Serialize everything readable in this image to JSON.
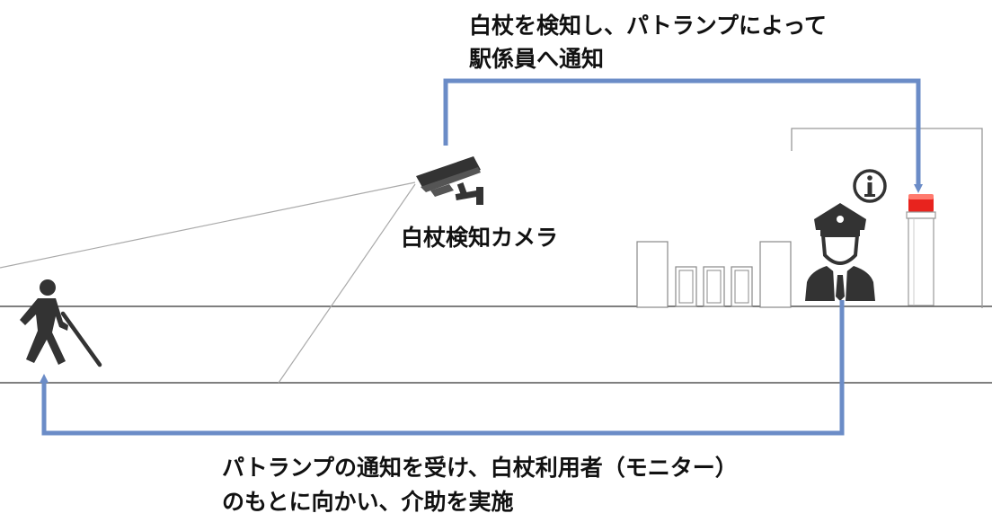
{
  "top_caption": {
    "line1": "白杖を検知し、パトランプによって",
    "line2": "駅係員へ通知"
  },
  "camera_label": "白杖検知カメラ",
  "bottom_caption": {
    "line1": "パトランプの通知を受け、白杖利用者（モニター）",
    "line2": "のもとに向かい、介助を実施"
  },
  "icons": {
    "camera": "security-camera-icon",
    "person": "person-with-white-cane-icon",
    "staff": "station-staff-icon",
    "info": "info-icon",
    "lamp": "patrol-lamp-icon"
  },
  "colors": {
    "arrow": "#6b8cc7",
    "line": "#999999",
    "icon": "#3a3a3a",
    "lamp_red": "#e8231e"
  }
}
